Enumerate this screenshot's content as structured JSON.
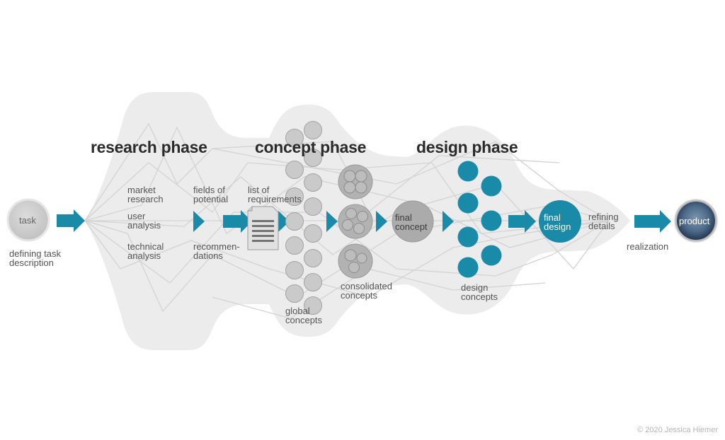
{
  "colors": {
    "accent": "#1a8aa9",
    "background_shape": "#ececec",
    "grey_circle": "#c4c4c4",
    "dark_grey_circle": "#a9a9a9",
    "text": "#555555",
    "title": "#2b2b2b",
    "product": "#4c6c8f"
  },
  "phases": {
    "research": "research phase",
    "concept": "concept phase",
    "design": "design phase"
  },
  "nodes": {
    "task": "task",
    "task_caption": "defining task\ndescription",
    "market_research": "market\nresearch",
    "user_analysis": "user\nanalysis",
    "technical_analysis": "technical\nanalysis",
    "fields_of_potential": "fields of\npotential",
    "recommendations": "recommen-\ndations",
    "list_of_requirements": "list of\nrequirements",
    "global_concepts": "global\nconcepts",
    "consolidated_concepts": "consolidated\nconcepts",
    "final_concept": "final\nconcept",
    "design_concepts": "design\nconcepts",
    "final_design": "final\ndesign",
    "refining_details": "refining\ndetails",
    "realization": "realization",
    "product": "product"
  },
  "icons": {
    "document": "document-icon",
    "arrow": "arrow-right-icon",
    "triangle": "triangle-right-icon"
  },
  "footer": {
    "copyright": "© 2020 Jessica Hiemer"
  }
}
